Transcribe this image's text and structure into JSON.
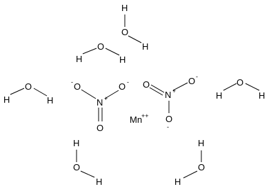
{
  "atoms": {
    "hydrogen": "H",
    "oxygen": "O",
    "nitrogen": "N",
    "manganese": "Mn"
  },
  "charges": {
    "plus": "+",
    "minus": "-",
    "manganese_charge": "++"
  },
  "colors": {
    "ink": "#000000",
    "background": "#ffffff"
  }
}
